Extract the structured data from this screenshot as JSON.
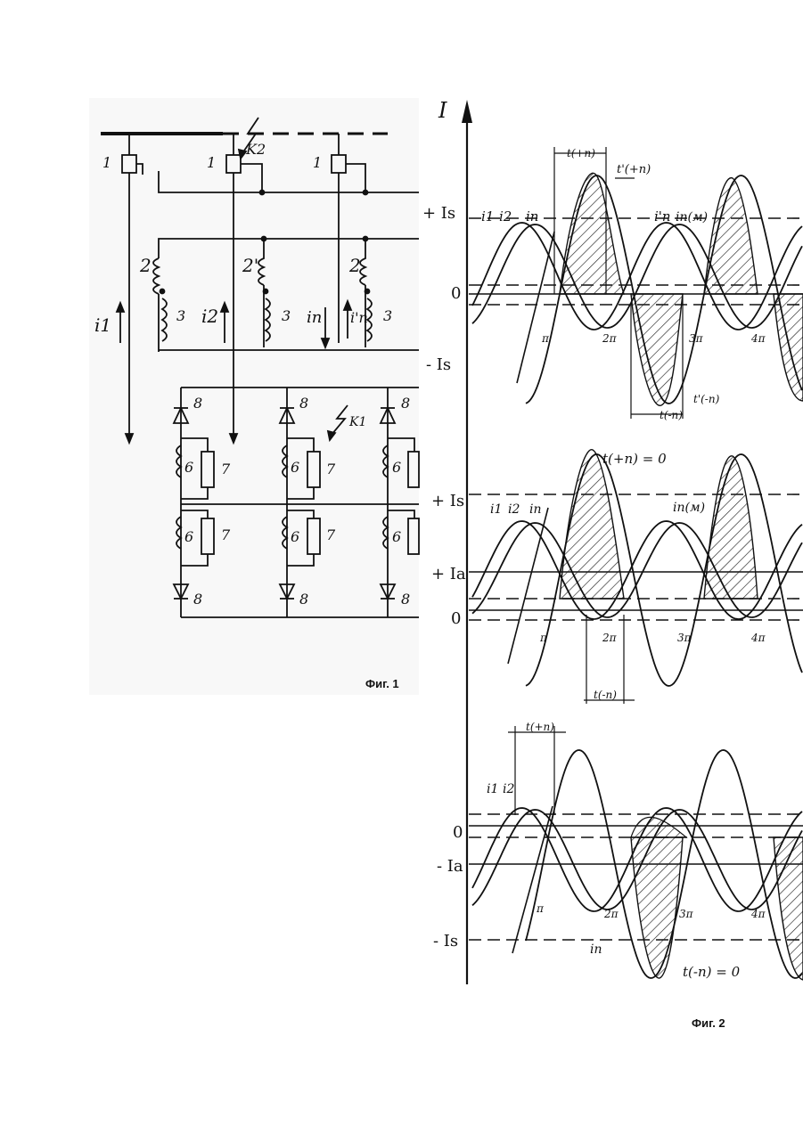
{
  "fig1": {
    "caption": "Фиг. 1",
    "labels": {
      "breaker": "1",
      "ct": "2",
      "ct_prime": "2'",
      "winding": "3",
      "coil": "6",
      "resistor": "7",
      "diode": "8",
      "fault_k1": "K1",
      "fault_k2": "K2",
      "i1": "i1",
      "i2": "i2",
      "in": "in",
      "in_prime": "i'n"
    }
  },
  "fig2": {
    "caption": "Фиг. 2",
    "axis": {
      "y_label": "I"
    },
    "panel1": {
      "ylabels": {
        "plus_is": "+ Is",
        "zero": "0",
        "minus_is": "- Is"
      },
      "xlabels": [
        "π",
        "2π",
        "3π",
        "4π"
      ],
      "curve_labels": {
        "i1": "i1",
        "i2": "i2",
        "in": "in",
        "in_prime": "i'n",
        "in_m": "in(м)"
      },
      "time_labels": {
        "t_plus": "t(+п)",
        "t_plus_prime": "t'(+п)",
        "t_minus": "t(-п)",
        "t_minus_prime": "t'(-п)"
      },
      "note": "t(+п) = 0"
    },
    "panel2": {
      "ylabels": {
        "plus_is": "+ Is",
        "plus_ia": "+ Ia",
        "zero": "0"
      },
      "xlabels": [
        "π",
        "2π",
        "3π",
        "4π"
      ],
      "curve_labels": {
        "i1": "i1",
        "i2": "i2",
        "in": "in",
        "in_m": "in(м)"
      },
      "time_labels": {
        "t_minus": "t(-п)"
      }
    },
    "panel3": {
      "ylabels": {
        "zero": "0",
        "minus_ia": "- Ia",
        "minus_is": "- Is"
      },
      "xlabels": [
        "π",
        "2π",
        "3π",
        "4π"
      ],
      "curve_labels": {
        "i1": "i1",
        "i2": "i2",
        "in": "in"
      },
      "time_labels": {
        "t_plus": "t(+п)"
      },
      "note": "t(-п) = 0"
    }
  }
}
